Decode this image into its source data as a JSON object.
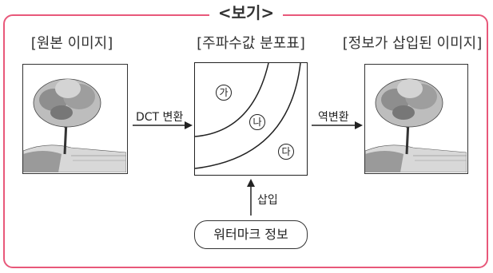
{
  "frame": {
    "title": "<보기>",
    "border_color": "#e8587a"
  },
  "panels": {
    "original": {
      "label": "[원본 이미지]",
      "icon": "tree-landscape-image"
    },
    "spectrum": {
      "label": "[주파수값 분포표]",
      "regions": [
        "가",
        "나",
        "다"
      ]
    },
    "result": {
      "label": "[정보가 삽입된 이미지]",
      "icon": "tree-landscape-image"
    }
  },
  "arrows": {
    "forward": "DCT 변환",
    "inverse": "역변환",
    "insert": "삽입"
  },
  "source_box": {
    "label": "워터마크 정보"
  }
}
